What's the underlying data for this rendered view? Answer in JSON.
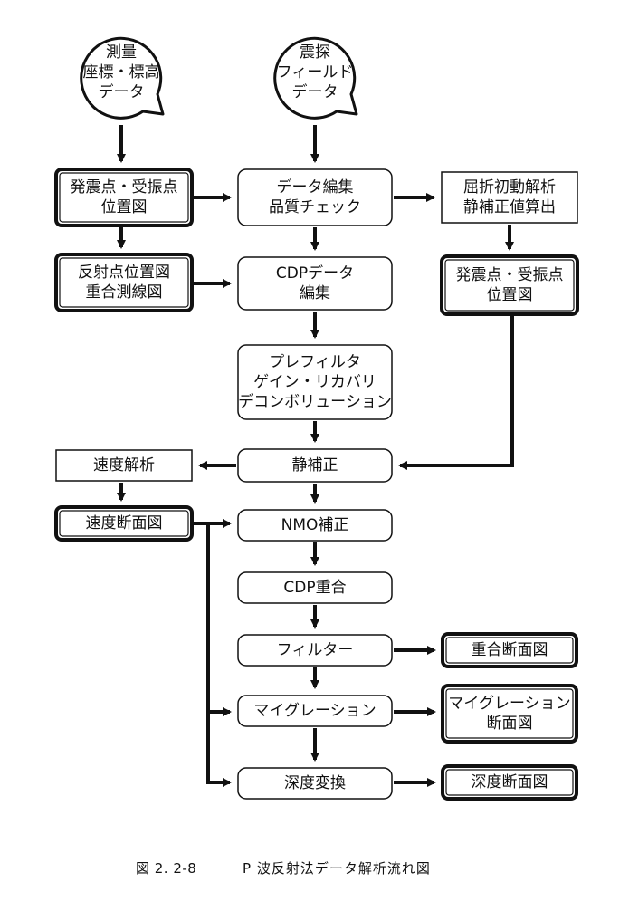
{
  "nodes": {
    "survey": [
      "測量",
      "座標・標高",
      "データ"
    ],
    "seismic": [
      "震探",
      "フィールド",
      "データ"
    ],
    "shot_map_1": [
      "発震点・受振点",
      "位置図"
    ],
    "edit_qc": [
      "データ編集",
      "品質チェック"
    ],
    "refraction": [
      "屈折初動解析",
      "静補正値算出"
    ],
    "reflection_map": [
      "反射点位置図",
      "重合測線図"
    ],
    "cdp_edit": [
      "CDPデータ",
      "編集"
    ],
    "shot_map_2": [
      "発震点・受振点",
      "位置図"
    ],
    "prefilter": [
      "プレフィルタ",
      "ゲイン・リカバリ",
      "デコンボリューション"
    ],
    "velocity_analysis": [
      "速度解析"
    ],
    "static": [
      "静補正"
    ],
    "velocity_section": [
      "速度断面図"
    ],
    "nmo": [
      "NMO補正"
    ],
    "cdp_stack": [
      "CDP重合"
    ],
    "filter": [
      "フィルター"
    ],
    "stack_section": [
      "重合断面図"
    ],
    "migration": [
      "マイグレーション"
    ],
    "migration_section": [
      "マイグレーション",
      "断面図"
    ],
    "depth_conversion": [
      "深度変換"
    ],
    "depth_section": [
      "深度断面図"
    ]
  },
  "caption": {
    "figure_number": "図 2. 2-8",
    "title": "P 波反射法データ解析流れ図"
  },
  "colors": {
    "ink": "#111111",
    "background": "#ffffff"
  }
}
